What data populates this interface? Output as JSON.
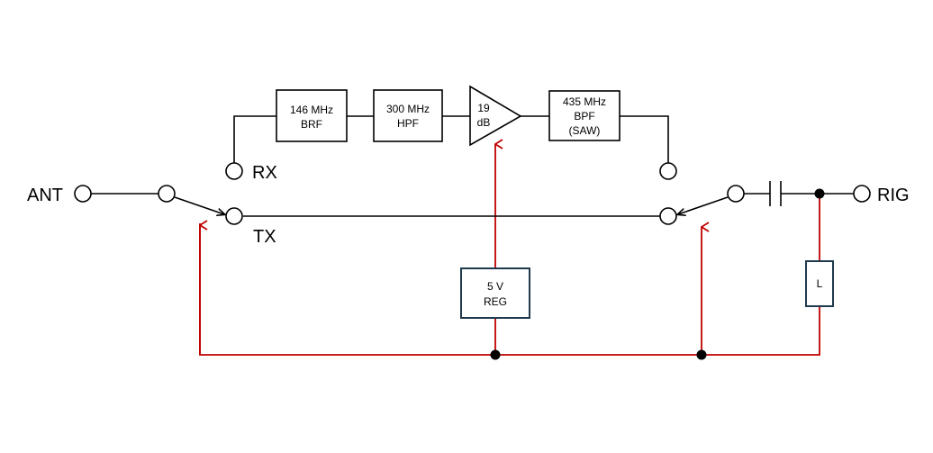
{
  "terminals": {
    "ant": "ANT",
    "rx": "RX",
    "tx": "TX",
    "rig": "RIG"
  },
  "blocks": {
    "brf": {
      "line1": "146 MHz",
      "line2": "BRF"
    },
    "hpf": {
      "line1": "300 MHz",
      "line2": "HPF"
    },
    "amp": {
      "line1": "19",
      "line2": "dB"
    },
    "bpf": {
      "line1": "435 MHz",
      "line2": "BPF",
      "line3": "(SAW)"
    },
    "reg": {
      "line1": "5 V",
      "line2": "REG"
    },
    "inductor": {
      "label": "L"
    }
  },
  "colors": {
    "signal_wire": "#000000",
    "control_wire": "#c00000",
    "regulator_border": "#1f3a4d"
  }
}
